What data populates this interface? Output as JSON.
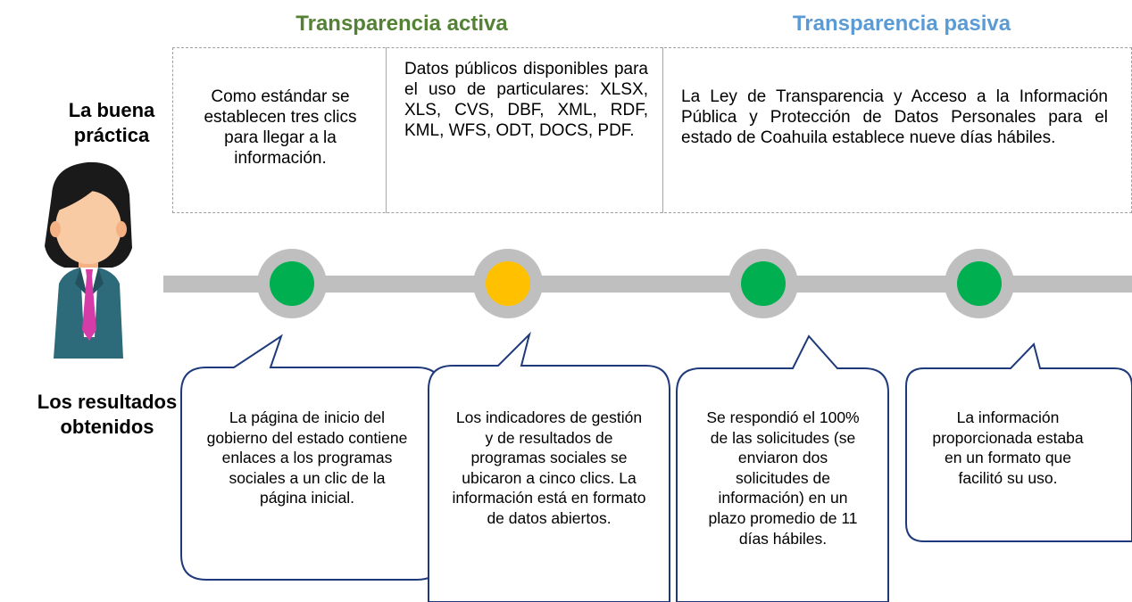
{
  "headers": {
    "active": "Transparencia activa",
    "passive": "Transparencia pasiva"
  },
  "row_labels": {
    "good_practice": "La buena\npráctica",
    "results": "Los resultados\nobtenidos"
  },
  "practices": {
    "p1": "Como estándar se establecen tres clics para llegar a la información.",
    "p2": "Datos públicos disponibles para el uso de particulares: XLSX, XLS, CVS, DBF, XML, RDF, KML, WFS, ODT, DOCS, PDF.",
    "p3": "La Ley de Transparencia y Acceso a la Información Pública y Protección de Datos Personales para el estado de Coahuila establece nueve días hábiles."
  },
  "results": {
    "r1": "La página de inicio del gobierno del estado contiene enlaces a los programas sociales a un clic de la página inicial.",
    "r2": "Los indicadores de gestión y de resultados de programas sociales se ubicaron a cinco clics. La información está en formato de datos abiertos.",
    "r3": "Se respondió el 100% de las solicitudes (se enviaron dos solicitudes de información) en un plazo promedio de 11 días hábiles.",
    "r4": "La información proporcionada estaba en un formato que facilitó su uso."
  },
  "status_dots": [
    "green",
    "yellow",
    "green",
    "green"
  ],
  "colors": {
    "active_header": "#548235",
    "passive_header": "#5b9bd5",
    "timeline": "#bfbfbf",
    "dot_green": "#00b050",
    "dot_yellow": "#ffc000",
    "bubble_border": "#1f3a7a",
    "box_border": "#a0a0a0"
  }
}
